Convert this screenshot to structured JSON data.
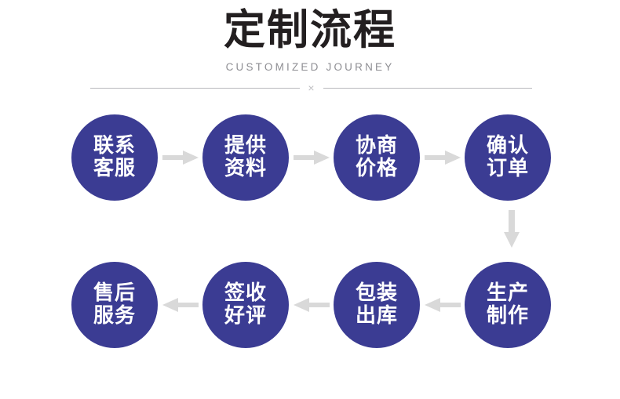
{
  "header": {
    "title": "定制流程",
    "subtitle": "CUSTOMIZED JOURNEY",
    "divider_mark": "×"
  },
  "colors": {
    "node_fill": "#3b3c93",
    "node_text": "#ffffff",
    "arrow": "#d9d9d9",
    "title_text": "#231f20",
    "subtitle_text": "#8e8e93",
    "divider_rule": "#b7b7bb",
    "background": "#ffffff"
  },
  "flow": {
    "row1": {
      "nodes": [
        {
          "line1": "联系",
          "line2": "客服"
        },
        {
          "line1": "提供",
          "line2": "资料"
        },
        {
          "line1": "协商",
          "line2": "价格"
        },
        {
          "line1": "确认",
          "line2": "订单"
        }
      ],
      "connector_icon": "arrow-right-icon"
    },
    "row2": {
      "nodes": [
        {
          "line1": "售后",
          "line2": "服务"
        },
        {
          "line1": "签收",
          "line2": "好评"
        },
        {
          "line1": "包装",
          "line2": "出库"
        },
        {
          "line1": "生产",
          "line2": "制作"
        }
      ],
      "connector_icon": "arrow-left-icon"
    },
    "row_connector_icon": "arrow-down-icon"
  }
}
